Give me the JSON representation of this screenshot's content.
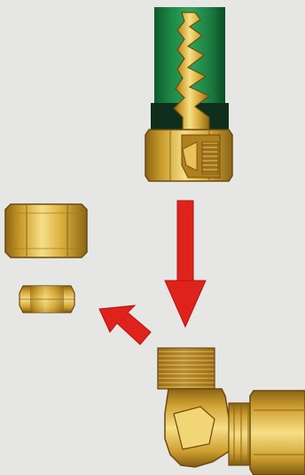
{
  "diagram": {
    "components": [
      {
        "id": "hose-assembly",
        "kind": "hose with barbed fitting and hex nut"
      },
      {
        "id": "compression-nut",
        "kind": "hex nut"
      },
      {
        "id": "compression-ferrule",
        "kind": "ferrule sleeve"
      },
      {
        "id": "elbow-fitting",
        "kind": "90-degree threaded brass elbow"
      }
    ],
    "arrows": [
      {
        "id": "down-arrow",
        "direction": "down"
      },
      {
        "id": "diagonal-arrow",
        "direction": "up-left"
      }
    ],
    "colors": {
      "background": "#e6e6e4",
      "hose_green": "#1f8a4a",
      "brass": "#d6a93a",
      "arrow_red": "#e0221c"
    }
  }
}
